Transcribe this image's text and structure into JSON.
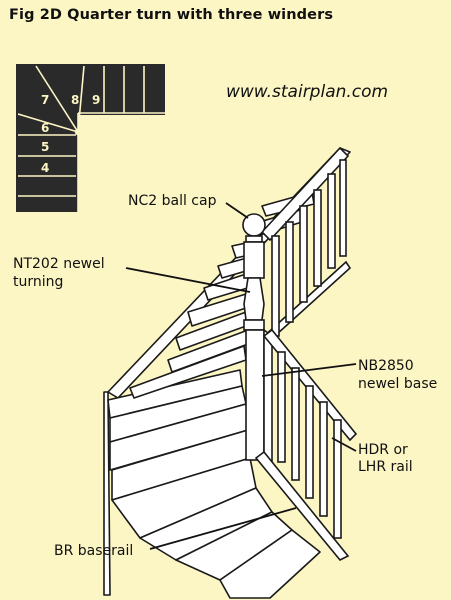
{
  "figure": {
    "title": "Fig 2D Quarter turn with three winders",
    "website": "www.stairplan.com"
  },
  "plan": {
    "step_numbers": [
      "7",
      "8",
      "9",
      "6",
      "5",
      "4"
    ]
  },
  "labels": {
    "ball_cap": "NC2 ball cap",
    "newel_turning_line1": "NT202 newel",
    "newel_turning_line2": "turning",
    "newel_base_line1": "NB2850",
    "newel_base_line2": "newel base",
    "rail_line1": "HDR or",
    "rail_line2": "LHR rail",
    "baserail": "BR baserail"
  },
  "colors": {
    "background": "#fcf5c4",
    "plan_fill": "#2a2a2a",
    "plan_text": "#fcf5c4",
    "line": "#1a1a1a",
    "stair_fill": "#ffffff"
  }
}
